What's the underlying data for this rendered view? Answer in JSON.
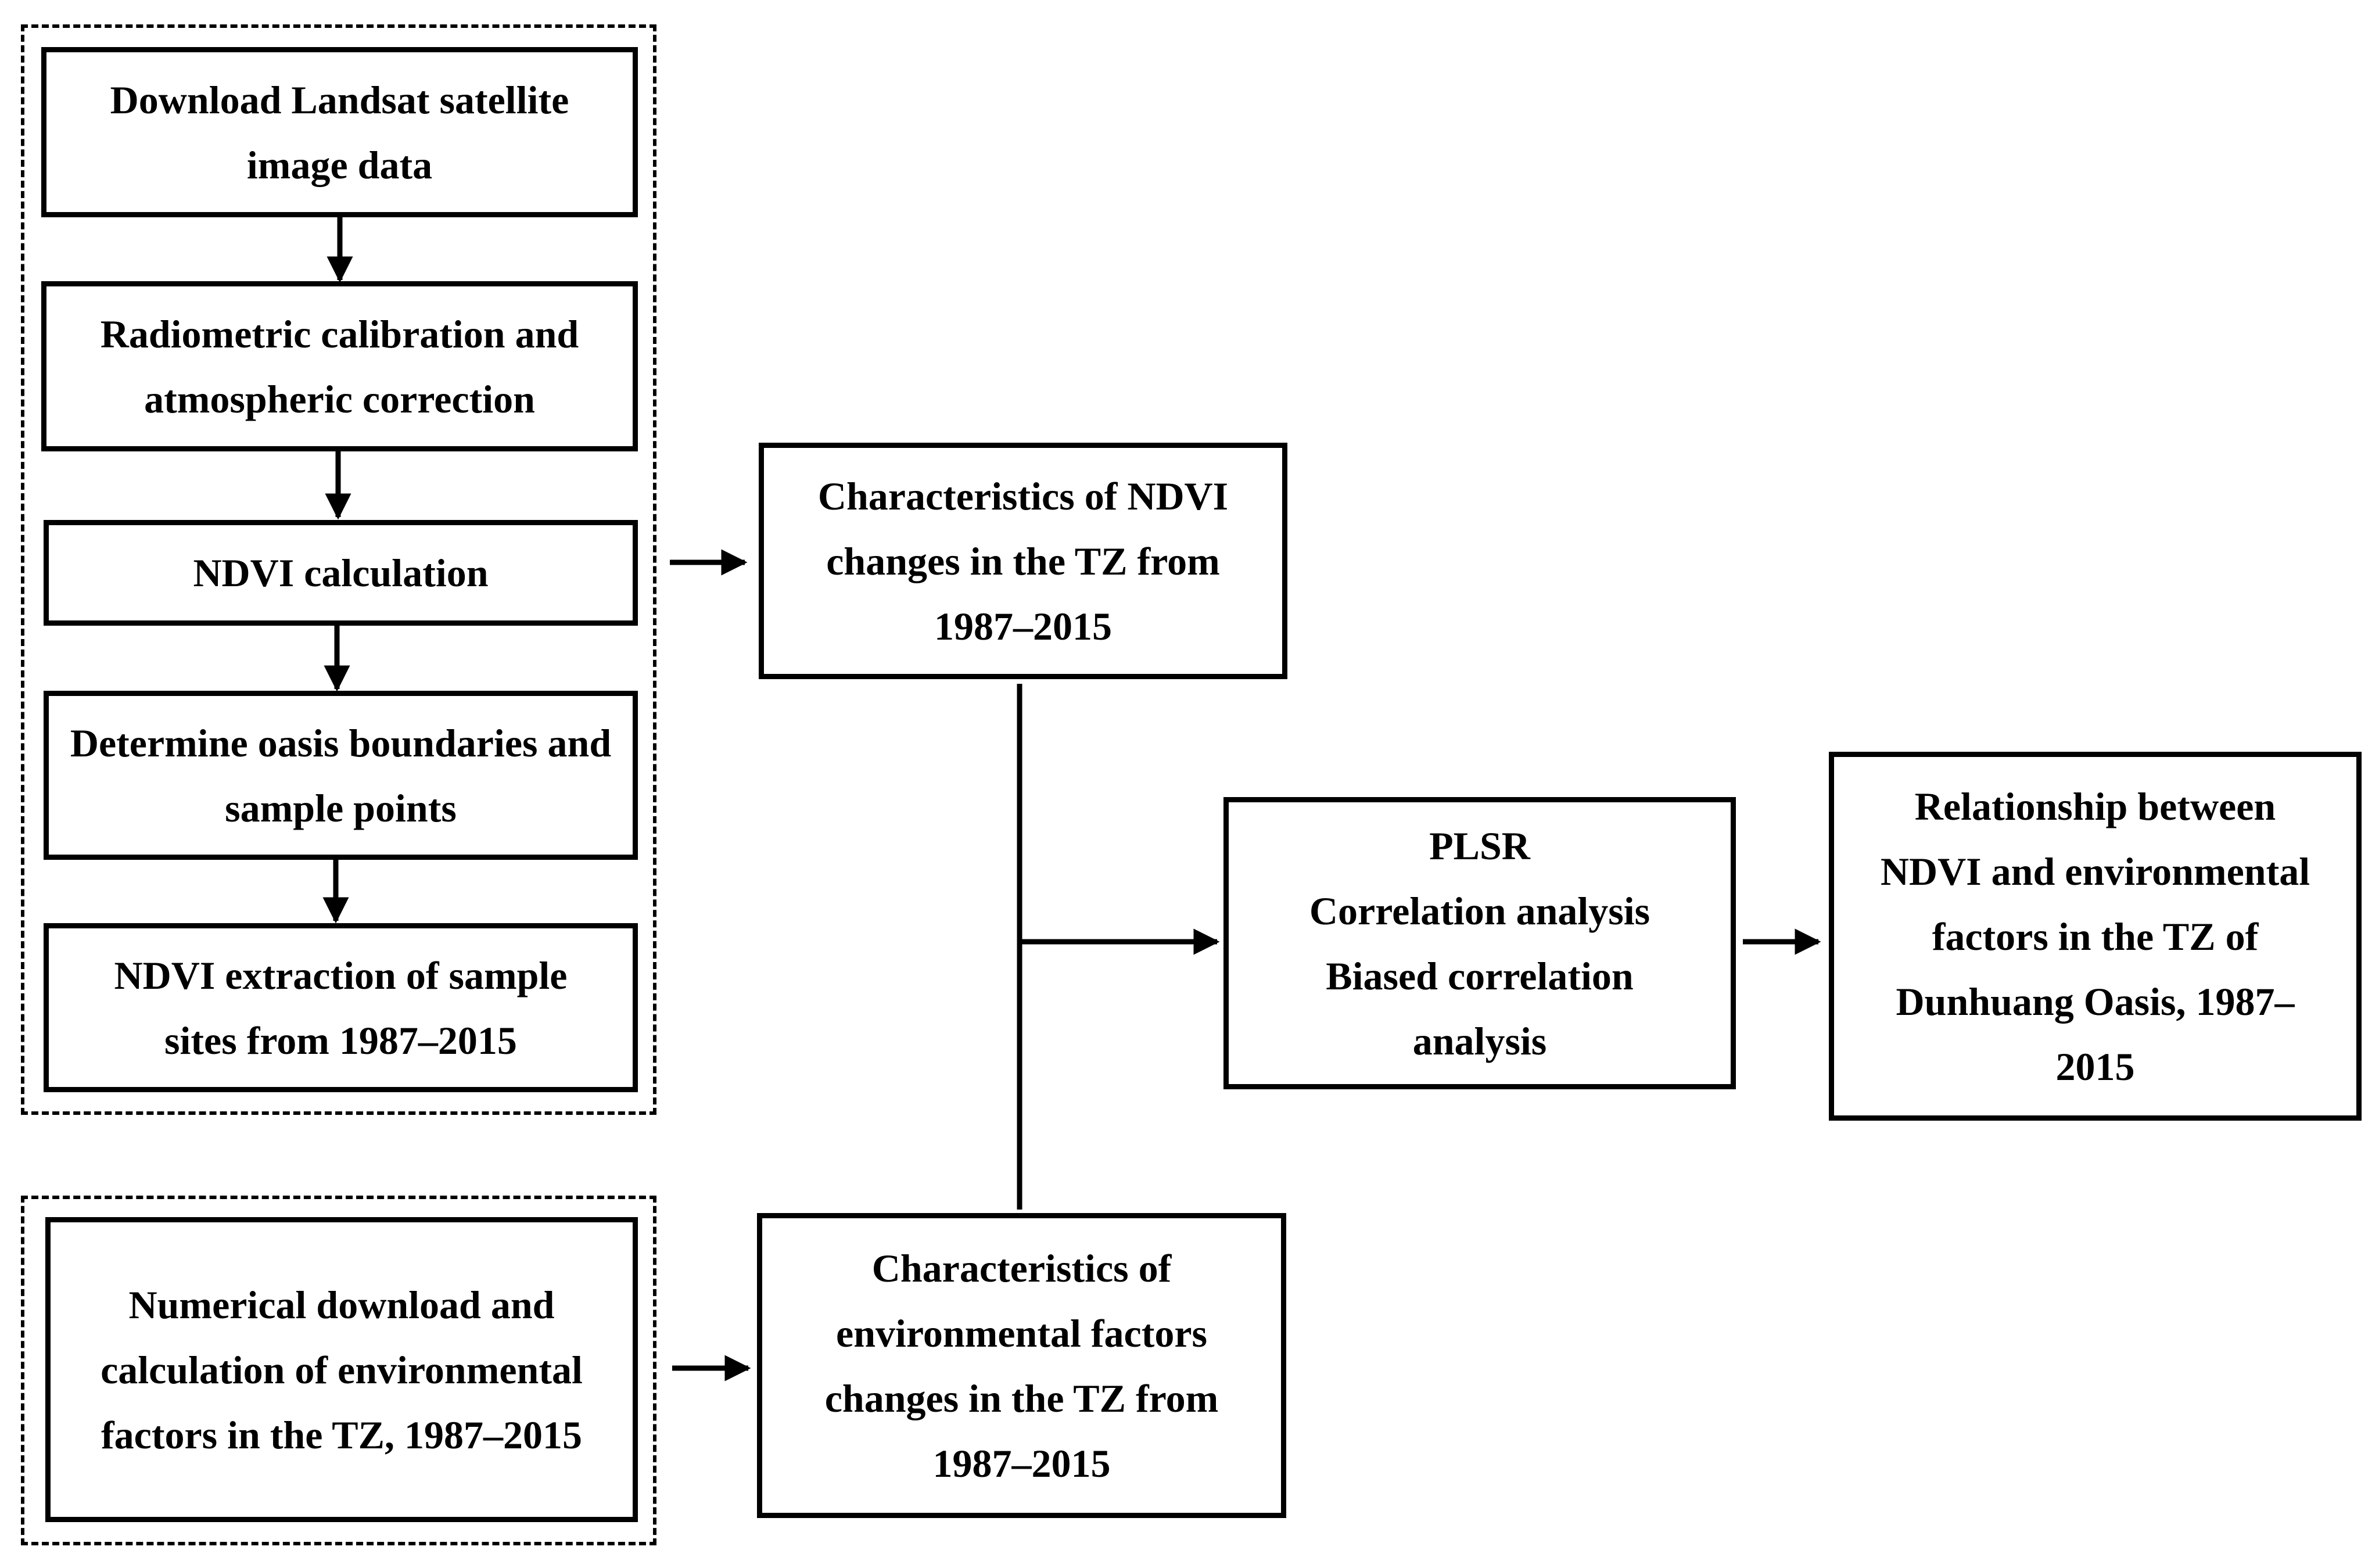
{
  "steps": {
    "download": "Download Landsat satellite image data",
    "radiometric": "Radiometric calibration and atmospheric correction",
    "ndvi_calc": "NDVI calculation",
    "boundaries": "Determine oasis boundaries and sample points",
    "extraction": "NDVI extraction of sample sites from 1987–2015",
    "env_download": "Numerical download and calculation of environmental factors in the TZ, 1987–2015"
  },
  "results": {
    "ndvi_changes": "Characteristics of NDVI changes in the TZ from 1987–2015",
    "env_changes": "Characteristics of environmental factors changes in the TZ from 1987–2015"
  },
  "analysis": {
    "lines": [
      "PLSR",
      "Correlation analysis",
      "Biased correlation",
      "analysis"
    ]
  },
  "conclusion": "Relationship between NDVI and environmental factors in the TZ of Dunhuang Oasis, 1987–2015"
}
